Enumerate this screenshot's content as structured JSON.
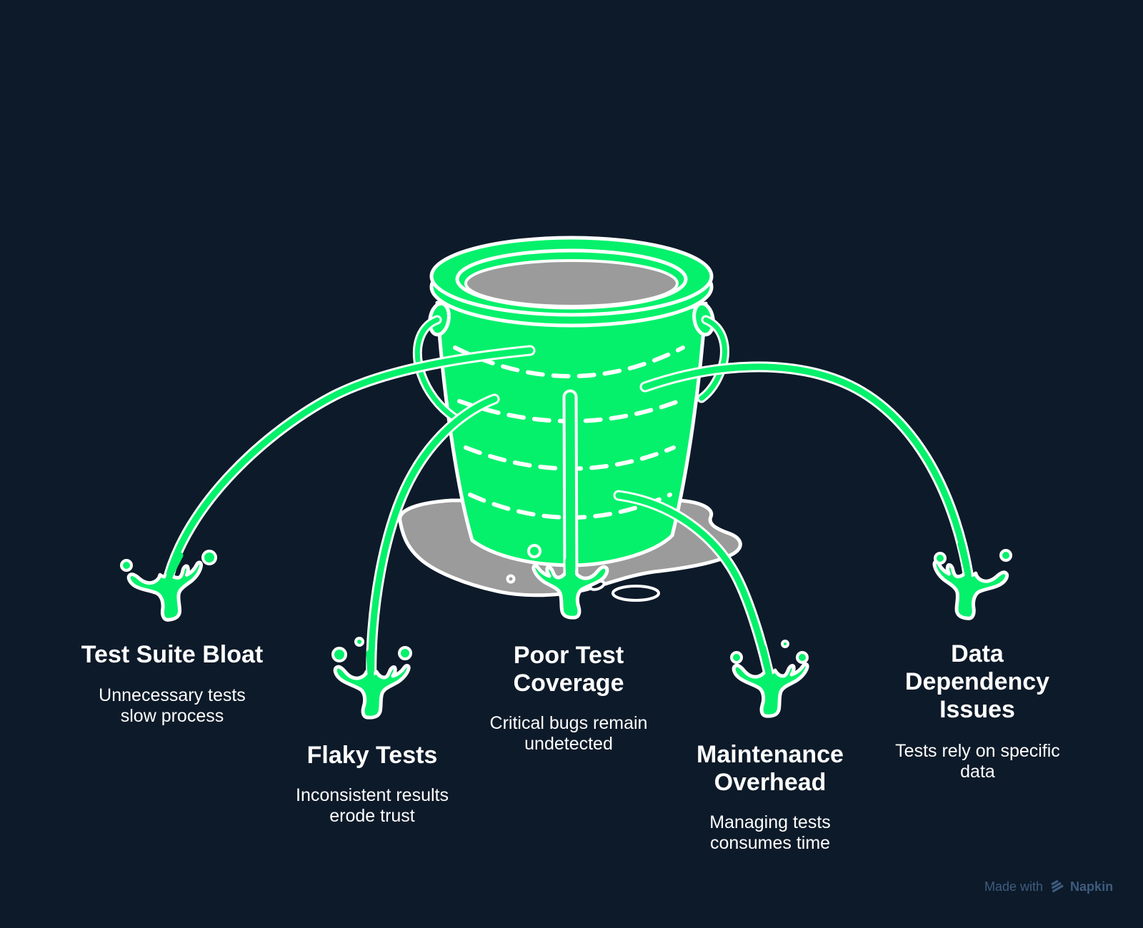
{
  "colors": {
    "background": "#0d1a29",
    "green": "#05f16b",
    "outline": "#ffffff",
    "gray": "#9b9b9b",
    "text": "#ffffff",
    "watermark": "#3e5c80"
  },
  "illustration": {
    "icon": "leaking-bucket-icon",
    "parts": [
      "bucket",
      "water-surface",
      "puddle",
      "leak-streams",
      "splashes"
    ]
  },
  "leaks": [
    {
      "title": "Test Suite Bloat",
      "description": "Unnecessary tests slow process"
    },
    {
      "title": "Flaky Tests",
      "description": "Inconsistent results erode trust"
    },
    {
      "title": "Poor Test Coverage",
      "description": "Critical bugs remain undetected"
    },
    {
      "title": "Maintenance Overhead",
      "description": "Managing tests consumes time"
    },
    {
      "title": "Data Dependency Issues",
      "description": "Tests rely on specific data"
    }
  ],
  "watermark": {
    "text": "Made with",
    "brand": "Napkin",
    "icon": "napkin-logo-icon"
  }
}
